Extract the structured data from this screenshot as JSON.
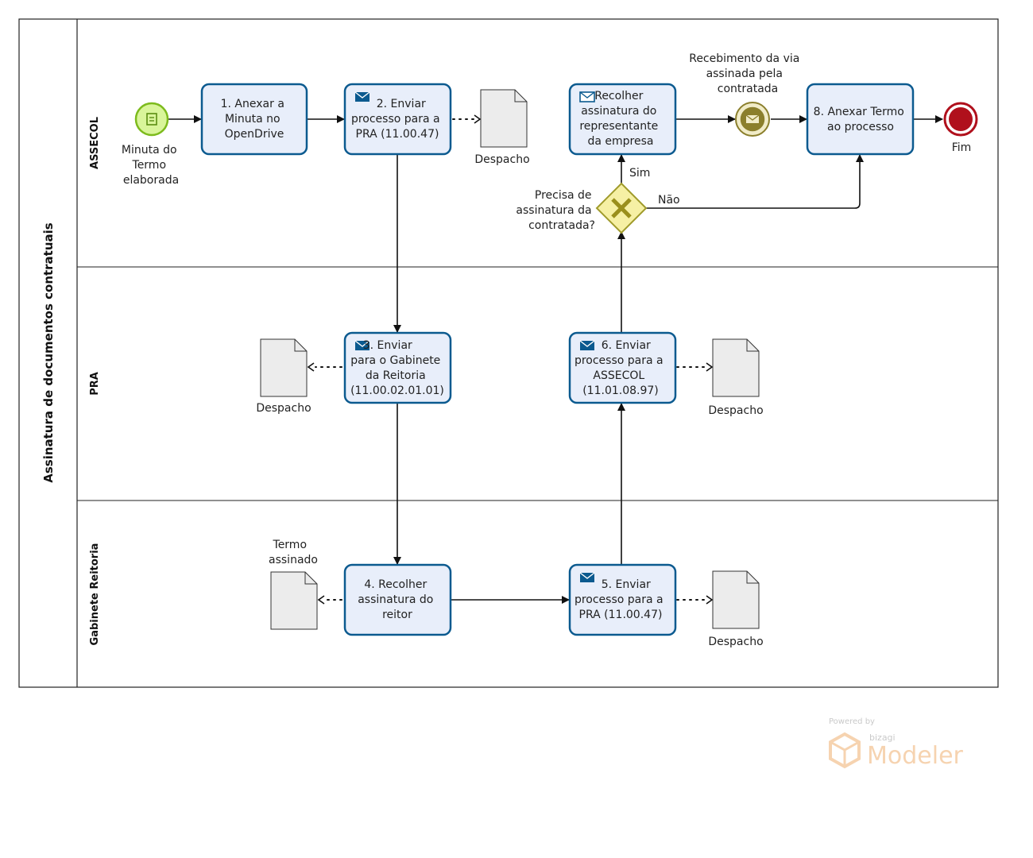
{
  "pool": {
    "title": "Assinatura de documentos contratuais",
    "lanes": [
      {
        "name": "ASSECOL"
      },
      {
        "name": "PRA"
      },
      {
        "name": "Gabinete Reitoria"
      }
    ]
  },
  "events": {
    "start": {
      "label_lines": [
        "Minuta do",
        "Termo",
        "elaborada"
      ]
    },
    "message_catch": {
      "label_lines": [
        "Recebimento da via",
        "assinada pela",
        "contratada"
      ]
    },
    "end": {
      "label": "Fim"
    }
  },
  "tasks": {
    "t1": {
      "lines": [
        "1. Anexar a",
        "Minuta no",
        "OpenDrive"
      ],
      "icon": "none"
    },
    "t2": {
      "lines": [
        "2. Enviar",
        "processo para a",
        "PRA (11.00.47)"
      ],
      "icon": "send-message-icon"
    },
    "t3": {
      "lines": [
        "3. Enviar",
        "para o Gabinete",
        "da Reitoria",
        "(11.00.02.01.01)"
      ],
      "icon": "send-message-icon"
    },
    "t4": {
      "lines": [
        "4. Recolher",
        "assinatura do",
        "reitor"
      ],
      "icon": "none"
    },
    "t5": {
      "lines": [
        "5. Enviar",
        "processo para a",
        "PRA (11.00.47)"
      ],
      "icon": "send-message-icon"
    },
    "t6": {
      "lines": [
        "6. Enviar",
        "processo para a",
        "ASSECOL",
        "(11.01.08.97)"
      ],
      "icon": "send-message-icon"
    },
    "t7": {
      "lines": [
        "Recolher",
        "assinatura do",
        "representante",
        "da empresa"
      ],
      "icon": "receive-message-icon"
    },
    "t8": {
      "lines": [
        "8. Anexar Termo",
        "ao processo"
      ],
      "icon": "none"
    }
  },
  "gateway": {
    "question_lines": [
      "Precisa de",
      "assinatura da",
      "contratada?"
    ],
    "yes_label": "Sim",
    "no_label": "Não"
  },
  "artifacts": {
    "d1": {
      "lines": [
        "Despacho"
      ]
    },
    "d2": {
      "lines": [
        "Despacho"
      ]
    },
    "d3": {
      "lines": [
        "Despacho"
      ]
    },
    "d4": {
      "lines": [
        "Termo",
        "assinado"
      ]
    },
    "d5": {
      "lines": [
        "Despacho"
      ]
    }
  },
  "watermark": {
    "powered_by": "Powered by",
    "brand": "bizagi",
    "product": "Modeler"
  },
  "colors": {
    "task_fill": "#e8eefa",
    "task_border": "#0b5a8f",
    "start_fill": "#d9f59a",
    "start_border": "#7dbb1d",
    "end_fill": "#b0101c",
    "gateway_fill": "#f6f0a4",
    "gateway_border": "#a09b2b",
    "message_event_fill": "#f1ecc8",
    "message_event_border": "#8b7f2c"
  }
}
